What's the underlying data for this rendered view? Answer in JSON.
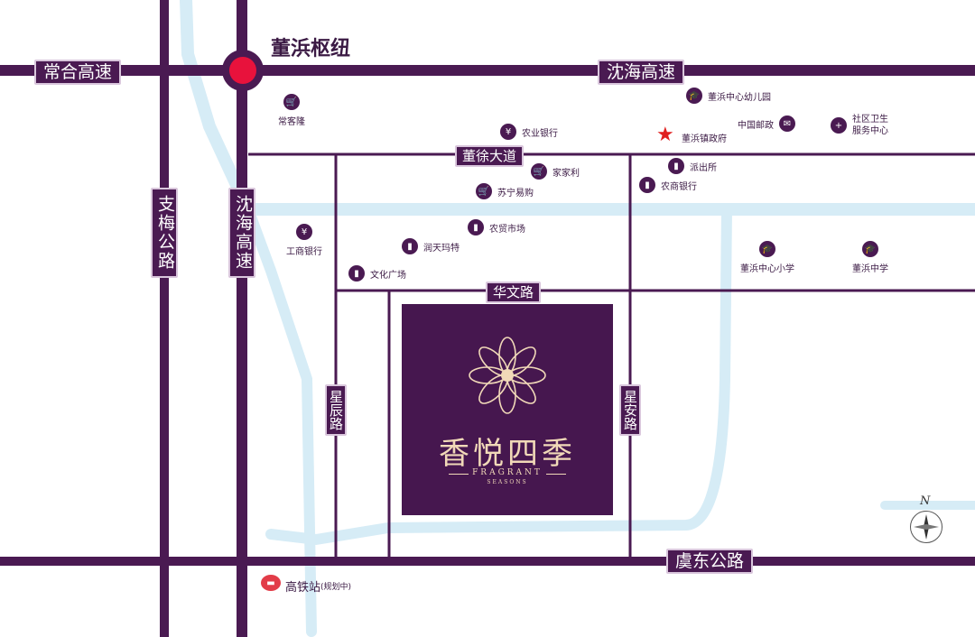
{
  "colors": {
    "road": "#4a1a52",
    "river": "#d6ecf6",
    "accent": "#e8123c",
    "project_bg": "#46174f",
    "project_text": "#f1d9b8"
  },
  "hub": {
    "title": "董浜枢纽"
  },
  "roads": {
    "changhe": "常合高速",
    "shenhai_top": "沈海高速",
    "shenhai_vertical": "沈海高速",
    "zhimei": "支梅公路",
    "dongxu": "董徐大道",
    "huawen": "华文路",
    "xingchen": "星辰路",
    "xingan": "星安路",
    "yudong": "虞东公路"
  },
  "pois": {
    "changkelong": "常客隆",
    "nongye_bank": "农业银行",
    "kindergarten": "董浜中心幼儿园",
    "post": "中国邮政",
    "health_line1": "社区卫生",
    "health_line2": "服务中心",
    "gov": "董浜镇政府",
    "jiajiali": "家家利",
    "police": "派出所",
    "suning": "苏宁易购",
    "nongshang_bank": "农商银行",
    "icbc": "工商银行",
    "market": "农贸市场",
    "runtian": "润天玛特",
    "culture": "文化广场",
    "primary_school": "董浜中心小学",
    "middle_school": "董浜中学",
    "hsr_main": "高铁站",
    "hsr_note": "(规划中)"
  },
  "icons": {
    "shop": "cart-icon",
    "bank": "bank-icon",
    "school": "mortarboard-icon",
    "post": "post-icon",
    "health": "cross-icon",
    "gov": "star-icon",
    "building": "building-icon",
    "train": "train-icon"
  },
  "project": {
    "name": "香悦四季",
    "english": "FRAGRANT",
    "english_sub": "SEASONS"
  },
  "compass": {
    "north": "N"
  }
}
